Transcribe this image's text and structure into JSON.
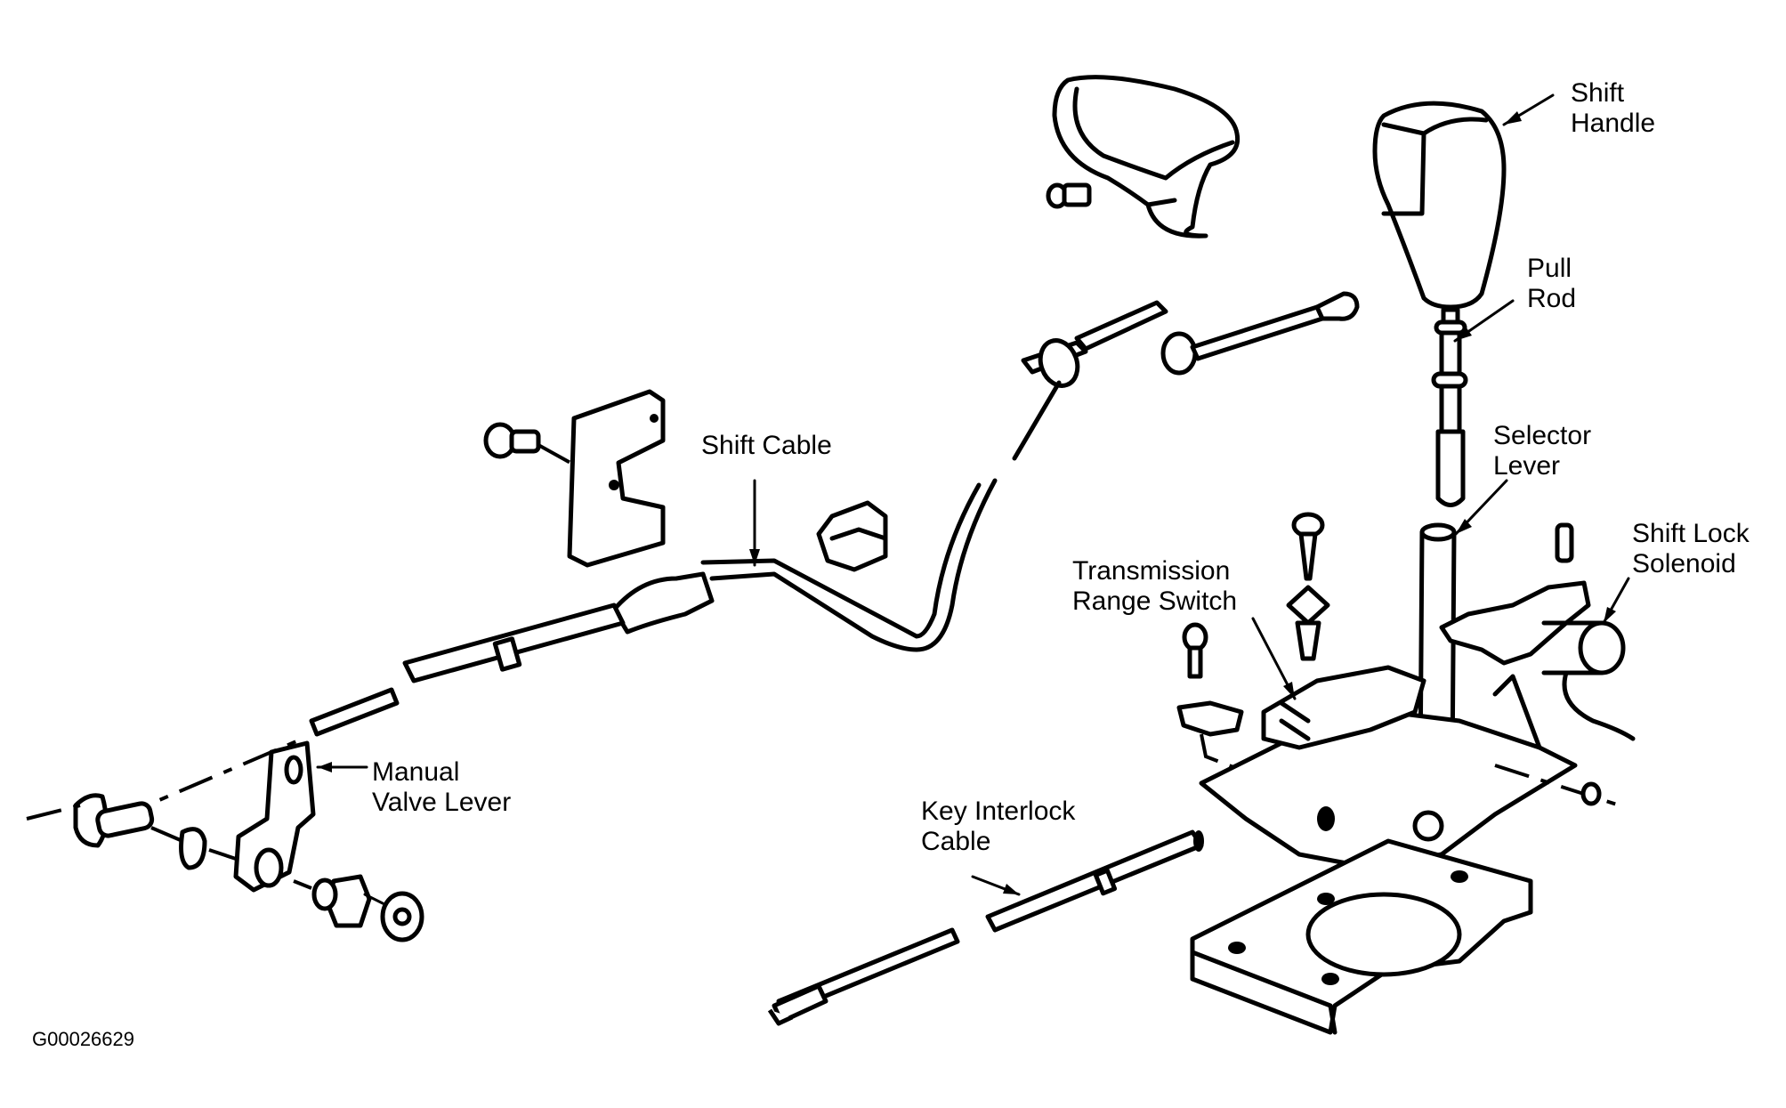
{
  "figure_id": "G00026629",
  "labels": {
    "shift_handle": [
      "Shift",
      "Handle"
    ],
    "pull_rod": [
      "Pull",
      "Rod"
    ],
    "selector_lever": [
      "Selector",
      "Lever"
    ],
    "shift_lock_solenoid": [
      "Shift Lock",
      "Solenoid"
    ],
    "transmission_range_switch": [
      "Transmission",
      "Range Switch"
    ],
    "shift_cable": [
      "Shift Cable"
    ],
    "manual_valve_lever": [
      "Manual",
      "Valve Lever"
    ],
    "key_interlock_cable": [
      "Key Interlock",
      "Cable"
    ]
  },
  "colors": {
    "line": "#000000",
    "background": "#ffffff"
  }
}
